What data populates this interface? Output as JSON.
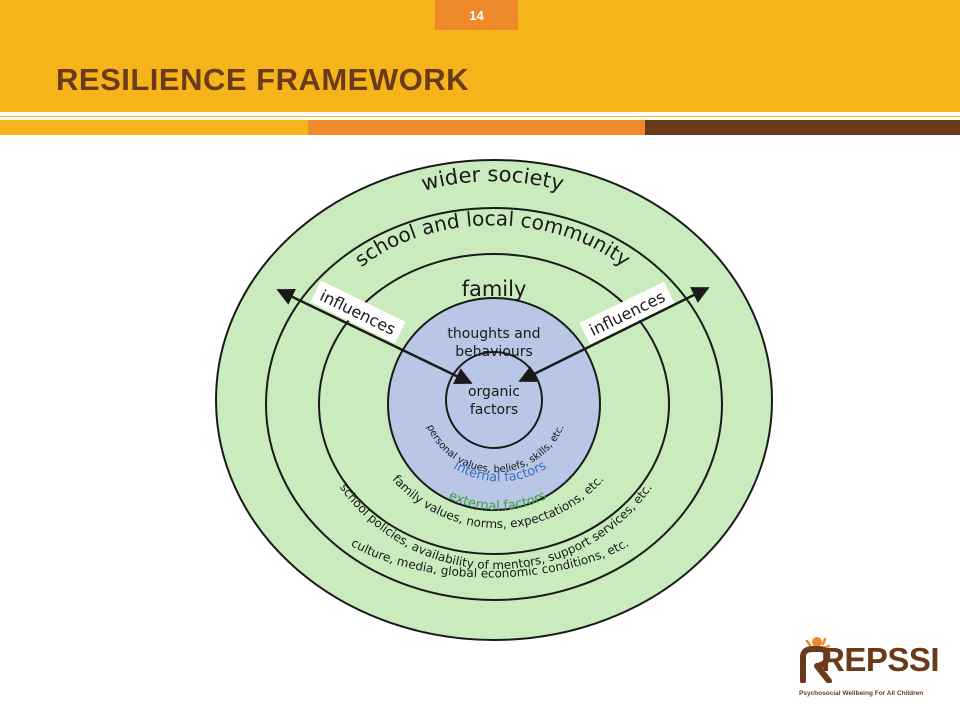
{
  "slide": {
    "page_number": "14",
    "title": "RESILIENCE FRAMEWORK"
  },
  "diagram": {
    "rings": {
      "wider_society": "wider society",
      "school_and_local_community": "school and local community",
      "family": "family",
      "thoughts_and_behaviours_line1": "thoughts and",
      "thoughts_and_behaviours_line2": "behaviours",
      "organic_factors_line1": "organic",
      "organic_factors_line2": "factors"
    },
    "influences_left": "influences",
    "influences_right": "influences",
    "curved_labels": {
      "personal_values": "personal values, beliefs, skills, etc.",
      "internal_factors": "internal factors",
      "external_factors": "external factors",
      "family_values": "family values, norms, expectations, etc.",
      "school_policies": "school policies, availability of mentors, support services, etc.",
      "culture_media": "culture, media, global economic conditions, etc."
    },
    "colors": {
      "outer_fill": "#c9ebbd",
      "inner_fill": "#b9c6e6",
      "stroke": "#1a1a1a",
      "internal_factors": "#3a6fc4",
      "external_factors": "#3ca63c"
    }
  },
  "logo": {
    "name": "REPSSI",
    "tagline": "Psychosocial Wellbeing For All Children",
    "colors": {
      "brown": "#6b3a1b",
      "orange": "#ef8a2c"
    }
  }
}
